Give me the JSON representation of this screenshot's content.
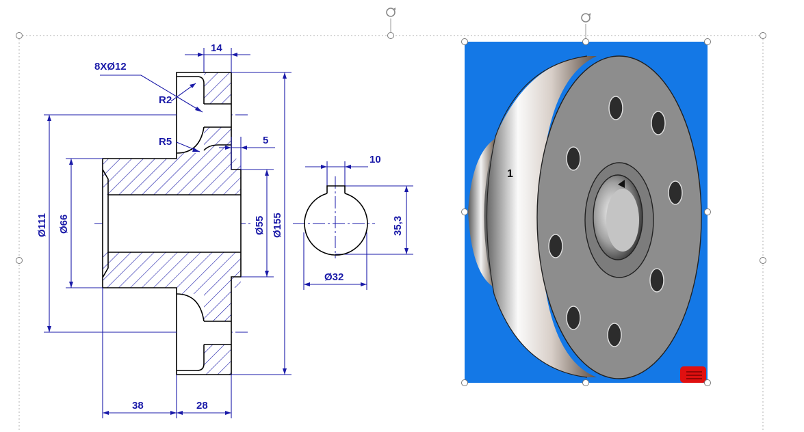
{
  "drawing": {
    "dimensions": {
      "holes": "8XØ12",
      "flange_thickness": "14",
      "radius_top": "R2",
      "radius_bottom": "R5",
      "step_width": "5",
      "keyway_width": "10",
      "key_depth": "35,3",
      "shaft_dia": "Ø32",
      "outer_dia_111": "Ø111",
      "bore_dia_66": "Ø66",
      "hub_dia_55": "Ø55",
      "flange_dia_155": "Ø155",
      "hub_length": "38",
      "flange_length": "28"
    }
  },
  "render": {
    "part_number": "1",
    "background_color": "#1478e6",
    "metal_color": "#8c8c8c"
  },
  "colors": {
    "dimension_line": "#1a1aa8",
    "outline": "#000000",
    "hatch": "#1a1aa8",
    "selection_handle": "#808080"
  }
}
